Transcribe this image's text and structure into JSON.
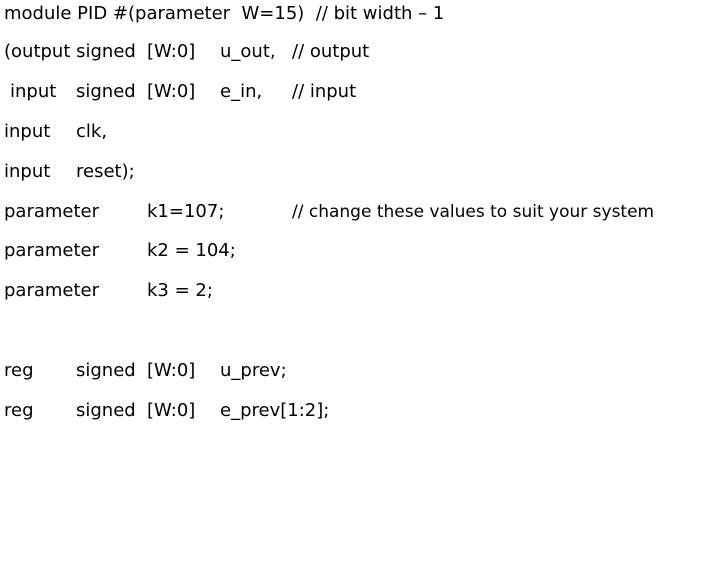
{
  "lines": [
    {
      "tokens": [
        {
          "text": "module PID #(parameter  W=15)  // bit width – 1"
        }
      ]
    },
    {
      "tokens": [
        {
          "text": "(output signed"
        },
        {
          "text": "[W:0]"
        },
        {
          "text": "u_out,"
        },
        {
          "text": "// output"
        }
      ]
    },
    {
      "tokens": [
        {
          "text": "input"
        },
        {
          "text": "signed"
        },
        {
          "text": "[W:0]"
        },
        {
          "text": "e_in,"
        },
        {
          "text": "// input"
        }
      ]
    },
    {
      "tokens": [
        {
          "text": "input"
        },
        {
          "text": "clk,"
        }
      ]
    },
    {
      "tokens": [
        {
          "text": "input"
        },
        {
          "text": "reset);"
        }
      ]
    },
    {
      "tokens": [
        {
          "text": "parameter"
        },
        {
          "text": "k1=107;"
        },
        {
          "text": "// change these values to suit your system"
        }
      ]
    },
    {
      "tokens": [
        {
          "text": "parameter"
        },
        {
          "text": "k2 = 104;"
        }
      ]
    },
    {
      "tokens": [
        {
          "text": "parameter"
        },
        {
          "text": "k3 = 2;"
        }
      ]
    },
    {
      "tokens": []
    },
    {
      "tokens": [
        {
          "text": "reg"
        },
        {
          "text": "signed"
        },
        {
          "text": "[W:0]"
        },
        {
          "text": "u_prev;"
        }
      ]
    },
    {
      "tokens": [
        {
          "text": "reg"
        },
        {
          "text": "signed"
        },
        {
          "text": "[W:0]"
        },
        {
          "text": "e_prev[1:2];"
        }
      ]
    }
  ]
}
